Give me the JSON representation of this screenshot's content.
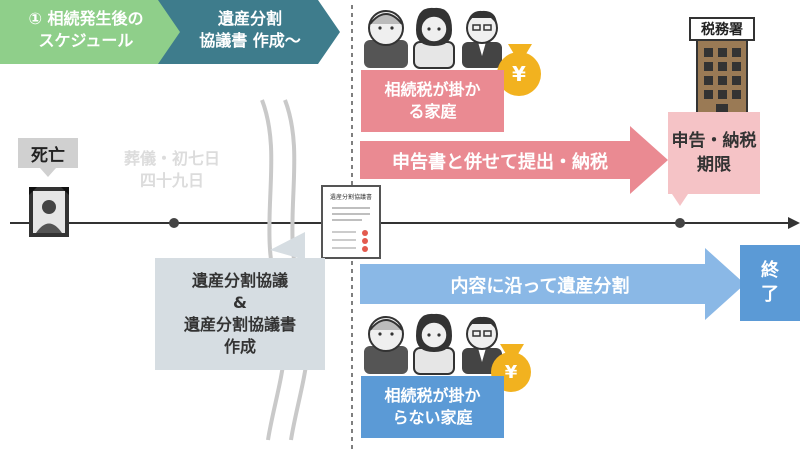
{
  "header": {
    "step1_line1": "① 相続発生後の",
    "step1_line2": "スケジュール",
    "step2_line1": "遺産分割",
    "step2_line2": "協議書 作成～"
  },
  "timeline": {
    "death_label": "死亡",
    "funeral_line1": "葬儀・初七日",
    "funeral_line2": "四十九日",
    "agreement_line1": "遺産分割協議",
    "agreement_line2": "&",
    "agreement_line3": "遺産分割協議書",
    "agreement_line4": "作成",
    "document_title": "遺産分割協議書",
    "end_line1": "終",
    "end_line2": "了"
  },
  "taxed_family": {
    "label_line1": "相続税が掛か",
    "label_line2": "る家庭",
    "arrow_text": "申告書と併せて提出・納税",
    "coin_symbol": "¥"
  },
  "tax_office": {
    "sign": "税務署",
    "deadline_line1": "申告・納税",
    "deadline_line2": "期限"
  },
  "untaxed_family": {
    "label_line1": "相続税が掛か",
    "label_line2": "らない家庭",
    "arrow_text": "内容に沿って遺産分割",
    "coin_symbol": "¥"
  },
  "colors": {
    "green": "#8fcf8a",
    "teal": "#3e7c8c",
    "pink": "#ea8a92",
    "pink_light": "#f5c3c6",
    "blue": "#8ab8e6",
    "blue_dark": "#5b9ad6",
    "grey_box": "#d6dde2",
    "coin": "#f2b21f"
  }
}
